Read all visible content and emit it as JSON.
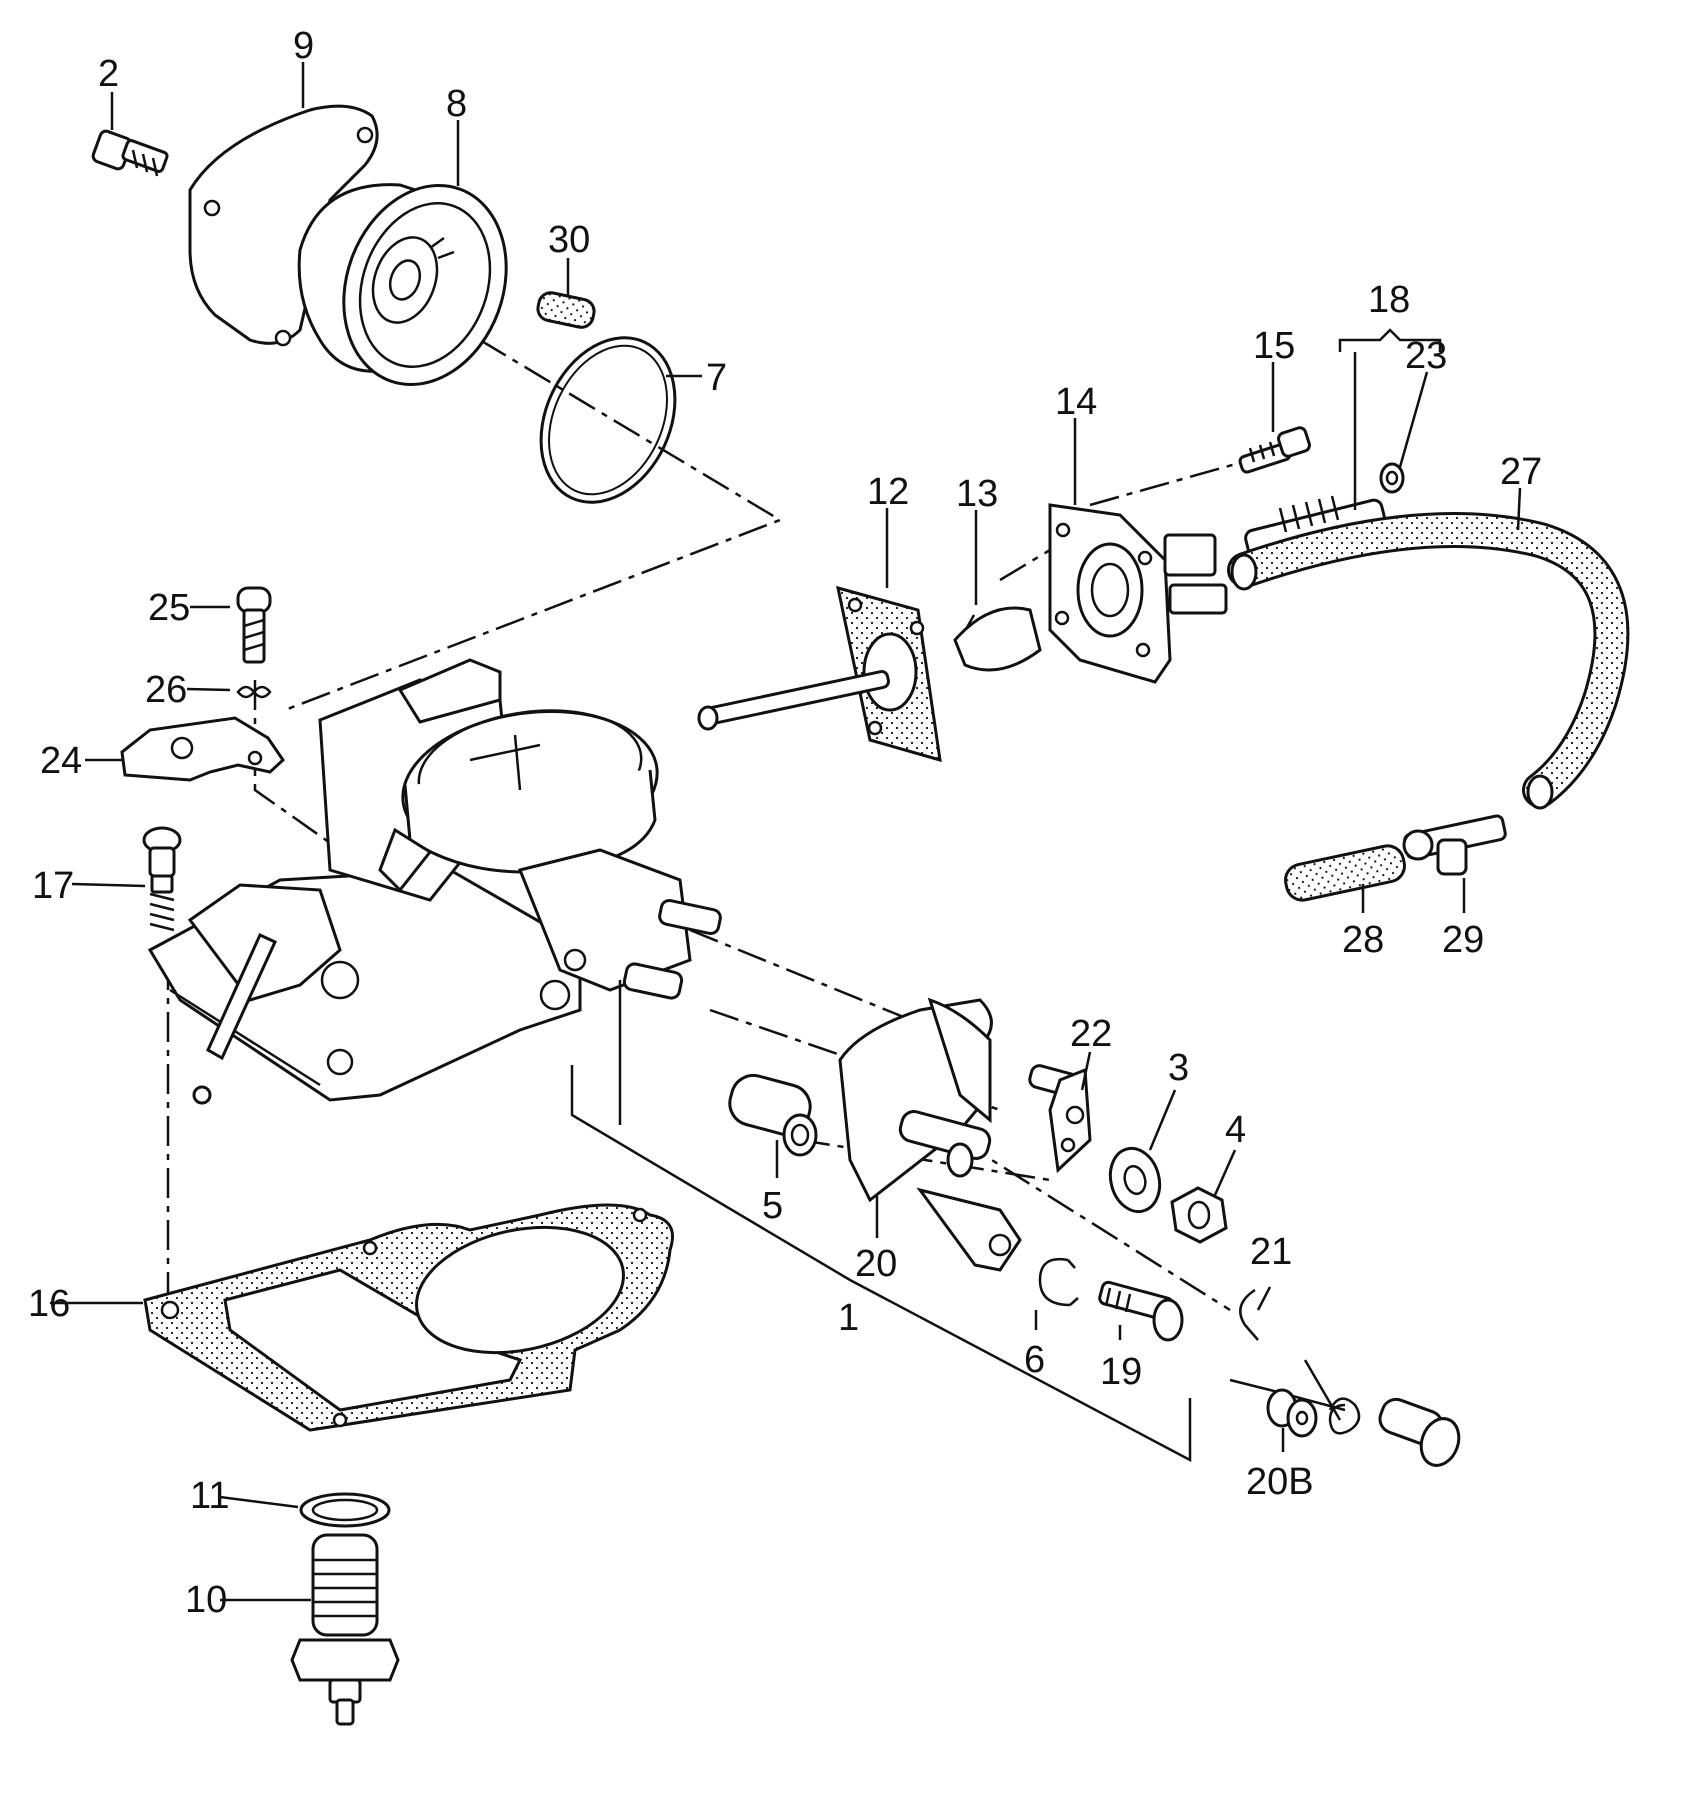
{
  "callouts": [
    "1",
    "2",
    "3",
    "4",
    "5",
    "6",
    "7",
    "8",
    "9",
    "10",
    "11",
    "12",
    "13",
    "14",
    "15",
    "16",
    "17",
    "18",
    "19",
    "20",
    "20B",
    "21",
    "22",
    "23",
    "24",
    "25",
    "26",
    "27",
    "28",
    "29",
    "30"
  ],
  "colors": {
    "ink": "#111111",
    "paper": "#ffffff"
  }
}
